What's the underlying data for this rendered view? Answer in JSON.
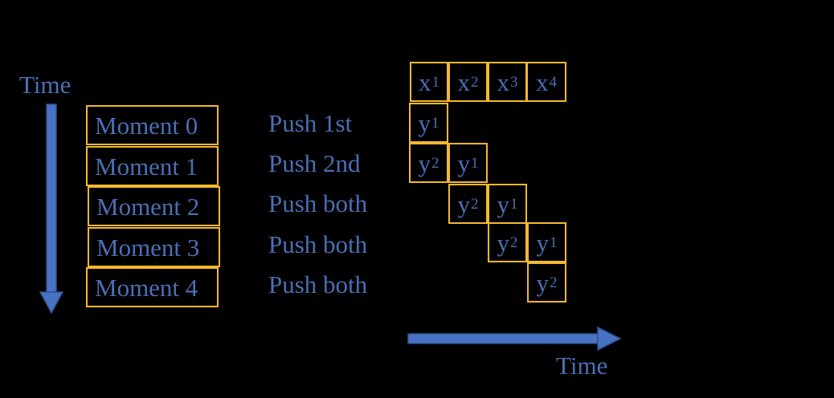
{
  "colors": {
    "background": "#000000",
    "text": "#4a6fb5",
    "box_border": "#f5b82e",
    "arrow": "#4a72c4"
  },
  "time_label_left": "Time",
  "time_label_bottom": "Time",
  "arrows": {
    "vertical": "down-arrow-icon",
    "horizontal": "right-arrow-icon"
  },
  "rows": [
    {
      "moment": "Moment 0",
      "action": "Push 1st"
    },
    {
      "moment": "Moment 1",
      "action": "Push 2nd"
    },
    {
      "moment": "Moment 2",
      "action": "Push both"
    },
    {
      "moment": "Moment 3",
      "action": "Push both"
    },
    {
      "moment": "Moment 4",
      "action": "Push both"
    }
  ],
  "input_sequence": [
    {
      "var": "x",
      "idx": "1"
    },
    {
      "var": "x",
      "idx": "2"
    },
    {
      "var": "x",
      "idx": "3"
    },
    {
      "var": "x",
      "idx": "4"
    }
  ],
  "outputs": [
    {
      "var": "y",
      "idx": "1",
      "row": 0,
      "col": 0
    },
    {
      "var": "y",
      "idx": "2",
      "row": 1,
      "col": 0
    },
    {
      "var": "y",
      "idx": "1",
      "row": 1,
      "col": 1
    },
    {
      "var": "y",
      "idx": "2",
      "row": 2,
      "col": 1
    },
    {
      "var": "y",
      "idx": "1",
      "row": 2,
      "col": 2
    },
    {
      "var": "y",
      "idx": "2",
      "row": 3,
      "col": 2
    },
    {
      "var": "y",
      "idx": "1",
      "row": 3,
      "col": 3
    },
    {
      "var": "y",
      "idx": "2",
      "row": 4,
      "col": 3
    }
  ]
}
